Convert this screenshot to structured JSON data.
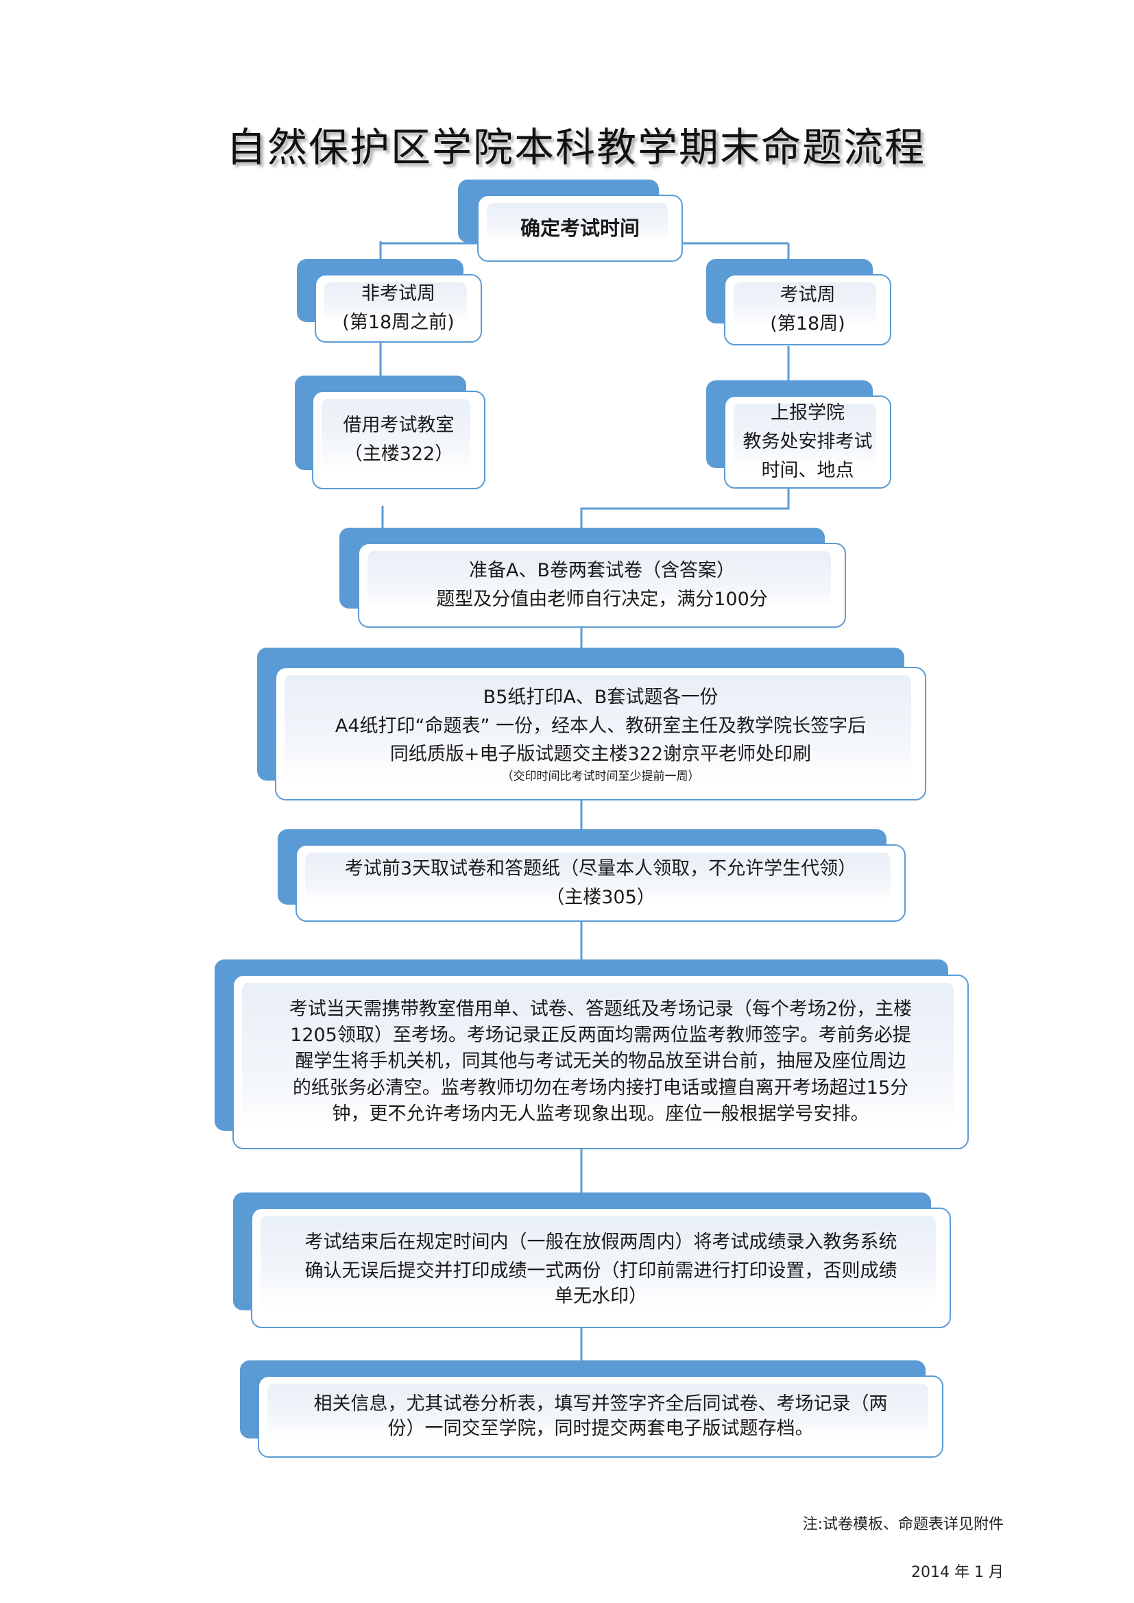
{
  "title": "自然保护区学院本科教学期末命题流程",
  "nodes": {
    "start": {
      "lines": [
        "确定考试时间"
      ]
    },
    "non_exam_week": {
      "lines": [
        "非考试周",
        "(第18周之前)"
      ]
    },
    "exam_week": {
      "lines": [
        "考试周",
        "(第18周)"
      ]
    },
    "borrow_room": {
      "lines": [
        "借用考试教室",
        "（主楼322）"
      ]
    },
    "report": {
      "lines": [
        "上报学院",
        "教务处安排考试",
        "时间、地点"
      ]
    },
    "prepare": {
      "lines": [
        "准备A、B卷两套试卷（含答案）",
        "题型及分值由老师自行决定，满分100分"
      ]
    },
    "print": {
      "lines": [
        "B5纸打印A、B套试题各一份",
        "A4纸打印“命题表” 一份，经本人、教研室主任及教学院长签字后",
        "同纸质版+电子版试题交主楼322谢京平老师处印刷"
      ],
      "note": "（交印时间比考试时间至少提前一周）"
    },
    "pickup": {
      "lines": [
        "考试前3天取试卷和答题纸（尽量本人领取，不允许学生代领）",
        "（主楼305）"
      ]
    },
    "exam_day": {
      "lines": [
        "考试当天需携带教室借用单、试卷、答题纸及考场记录（每个考场2份，主楼",
        "1205领取）至考场。考场记录正反两面均需两位监考教师签字。考前务必提",
        "醒学生将手机关机，同其他与考试无关的物品放至讲台前，抽屉及座位周边",
        "的纸张务必清空。监考教师切勿在考场内接打电话或擅自离开考场超过15分",
        "钟，更不允许考场内无人监考现象出现。座位一般根据学号安排。"
      ]
    },
    "grades": {
      "lines": [
        "考试结束后在规定时间内（一般在放假两周内）将考试成绩录入教务系统",
        "确认无误后提交并打印成绩一式两份（打印前需进行打印设置，否则成绩",
        "单无水印）"
      ]
    },
    "archive": {
      "lines": [
        "相关信息，尤其试卷分析表，填写并签字齐全后同试卷、考场记录（两",
        "份）一同交至学院，同时提交两套电子版试题存档。"
      ]
    }
  },
  "footer": {
    "note": "注:试卷模板、命题表详见附件",
    "date": "2014 年 1 月"
  },
  "colors": {
    "accent": "#5b9bd5",
    "border": "#5b9bd5",
    "line": "#5b9bd5"
  }
}
